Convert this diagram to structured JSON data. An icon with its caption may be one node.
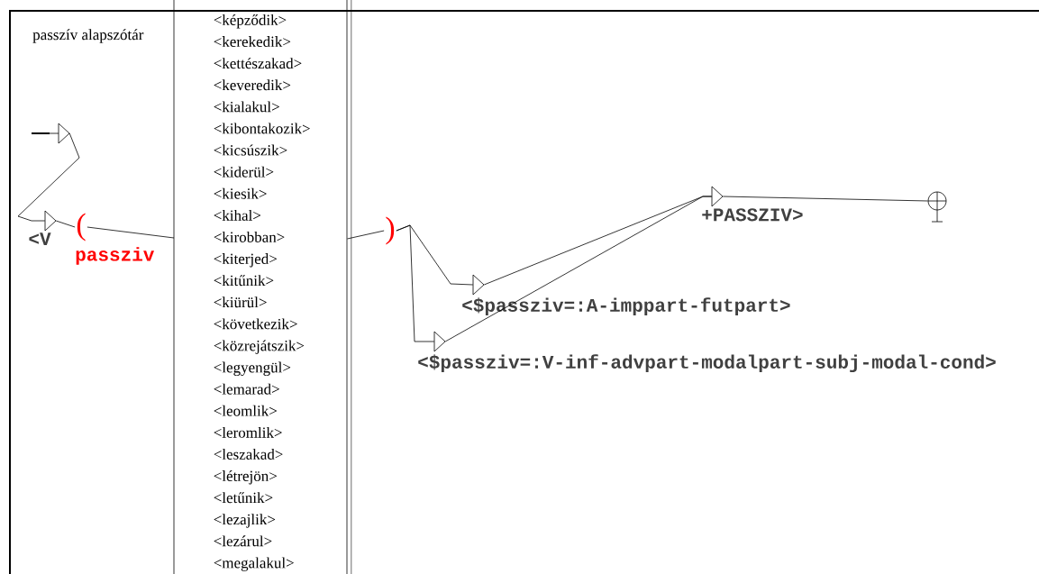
{
  "diagram": {
    "nodes": [
      {
        "text": [],
        "shape": "triangle"
      },
      {
        "text": [
          "<V"
        ]
      },
      {
        "text": [
          "(",
          "passziv"
        ]
      },
      {
        "text": [
          "<képződik>",
          "<kerekedik>",
          "<kettészakad>",
          "<keveredik>",
          "<kialakul>",
          "<kibontakozik>",
          "<kicsúszik>",
          "<kiderül>",
          "<kiesik>",
          "<kihal>",
          "<kirobban>",
          "<kiterjed>",
          "<kitűnik>",
          "<kiürül>",
          "<következik>",
          "<közrejátszik>",
          "<legyengül>",
          "<lemarad>",
          "<leomlik>",
          "<leromlik>",
          "<leszakad>",
          "<létrejön>",
          "<letűnik>",
          "<lezajlik>",
          "<lezárul>",
          "<megalakul>"
        ]
      },
      {
        "text": [
          ")"
        ]
      },
      {
        "text": [
          "<$passziv=:A-imppart-futpart>"
        ]
      },
      {
        "text": [
          "<$passziv=:V-inf-advpart-modalpart-subj-modal-cond>"
        ]
      },
      {
        "text": [
          "+PASSZIV>"
        ]
      },
      {
        "text": [],
        "shape": "circle"
      }
    ],
    "edges": [
      {
        "from": 0,
        "to": 1,
        "arrow": "none"
      },
      {
        "from": 1,
        "to": 2,
        "arrow": "none"
      },
      {
        "from": 2,
        "to": 3,
        "arrow": "none"
      },
      {
        "from": 3,
        "to": 4,
        "arrow": "none"
      },
      {
        "from": 4,
        "to": 5,
        "arrow": "none"
      },
      {
        "from": 4,
        "to": 6,
        "arrow": "none"
      },
      {
        "from": 5,
        "to": 7,
        "arrow": "none"
      },
      {
        "from": 6,
        "to": 7,
        "arrow": "none"
      },
      {
        "from": 7,
        "to": 8,
        "arrow": "none"
      }
    ],
    "labels": [
      "passzív alapszótár"
    ]
  }
}
